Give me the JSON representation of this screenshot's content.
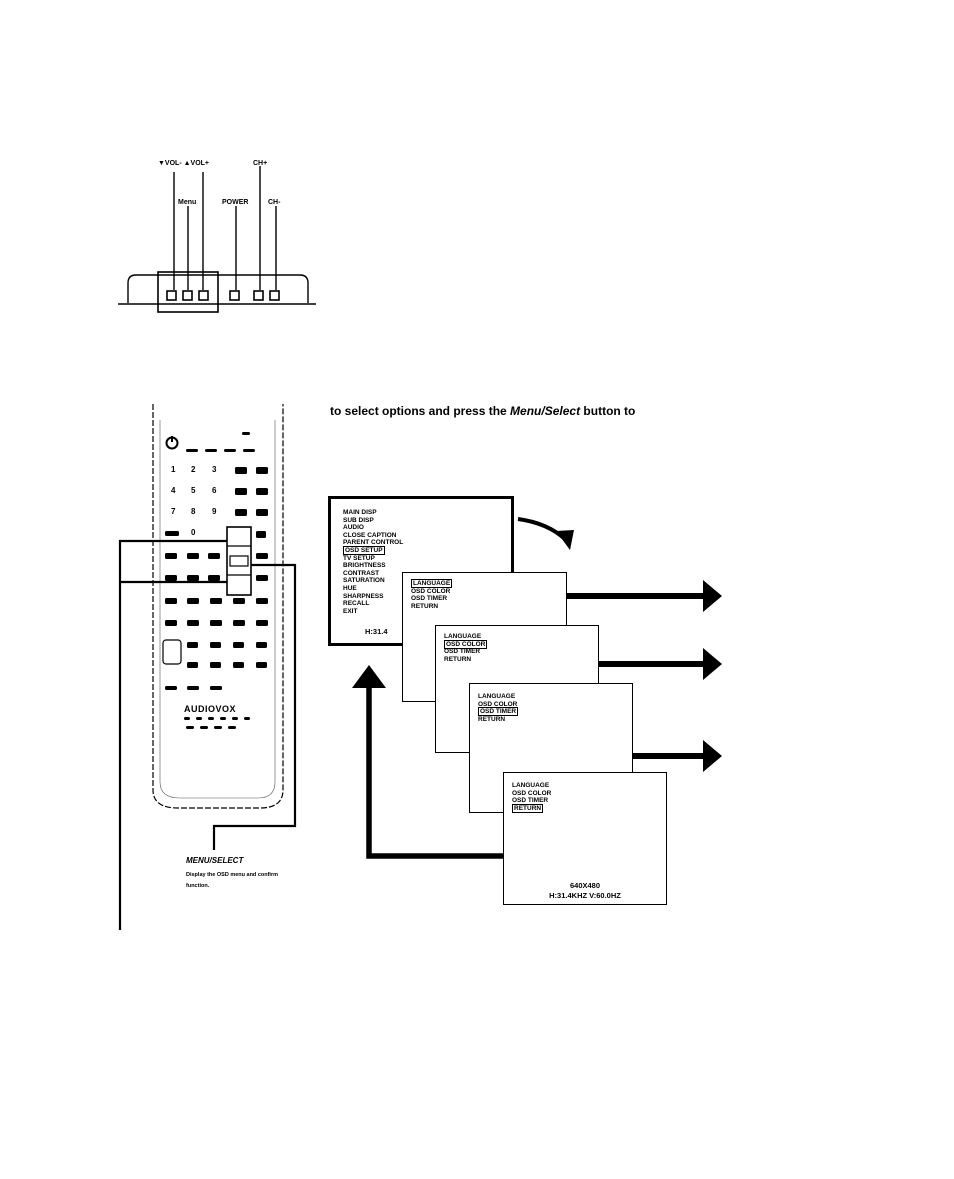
{
  "front_panel": {
    "labels": {
      "vol": "▼VOL- ▲VOL+",
      "menu": "Menu",
      "power": "POWER",
      "ch_up": "CH+",
      "ch_down": "CH-"
    }
  },
  "instruction": {
    "prefix": "to select options and press the ",
    "button_name": "Menu/Select",
    "suffix": " button to"
  },
  "osd": {
    "main_menu": [
      "MAIN DISP",
      "SUB DISP",
      "AUDIO",
      "CLOSE CAPTION",
      "PARENT CONTROL",
      "OSD SETUP",
      "TV SETUP",
      "BRIGHTNESS",
      "CONTRAST",
      "SATURATION",
      "HUE",
      "SHARPNESS",
      "RECALL",
      "EXIT"
    ],
    "main_status": "H:31.4",
    "sub1": [
      "LANGUAGE",
      "OSD COLOR",
      "OSD TIMER",
      "RETURN"
    ],
    "sub2": [
      "LANGUAGE",
      "OSD COLOR",
      "OSD TIMER",
      "RETURN"
    ],
    "sub3": [
      "LANGUAGE",
      "OSD COLOR",
      "OSD TIMER",
      "RETURN"
    ],
    "sub4": [
      "LANGUAGE",
      "OSD COLOR",
      "OSD TIMER",
      "RETURN"
    ],
    "resolution": "640X480",
    "frequency": "H:31.4KHZ V:60.0HZ"
  },
  "remote": {
    "brand": "AUDIOVOX",
    "key_labels": {
      "k1": "1",
      "k2": "2",
      "k3": "3",
      "k4": "4",
      "k5": "5",
      "k6": "6",
      "k7": "7",
      "k8": "8",
      "k9": "9",
      "k0": "0"
    }
  },
  "callout": {
    "title": "MENU/SELECT",
    "description": "Display the OSD menu and confirm function."
  }
}
